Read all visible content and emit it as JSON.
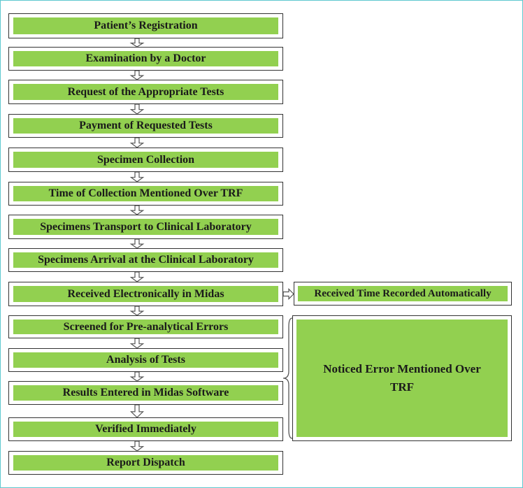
{
  "steps": [
    "Patient’s Registration",
    "Examination by a Doctor",
    "Request of the Appropriate Tests",
    "Payment of Requested Tests",
    "Specimen Collection",
    "Time of Collection Mentioned Over TRF",
    "Specimens Transport to Clinical Laboratory",
    "Specimens Arrival at the Clinical Laboratory",
    "Received Electronically in Midas",
    "Screened for Pre-analytical Errors",
    "Analysis of Tests",
    "Results Entered in Midas Software",
    "Verified Immediately",
    "Report Dispatch"
  ],
  "side_boxes": {
    "received_time": "Received Time Recorded Automatically",
    "noticed_error_line1": "Noticed Error Mentioned Over",
    "noticed_error_line2": "TRF"
  },
  "colors": {
    "box_fill": "#92d050",
    "border": "#333333",
    "frame": "#5fc8cf"
  }
}
